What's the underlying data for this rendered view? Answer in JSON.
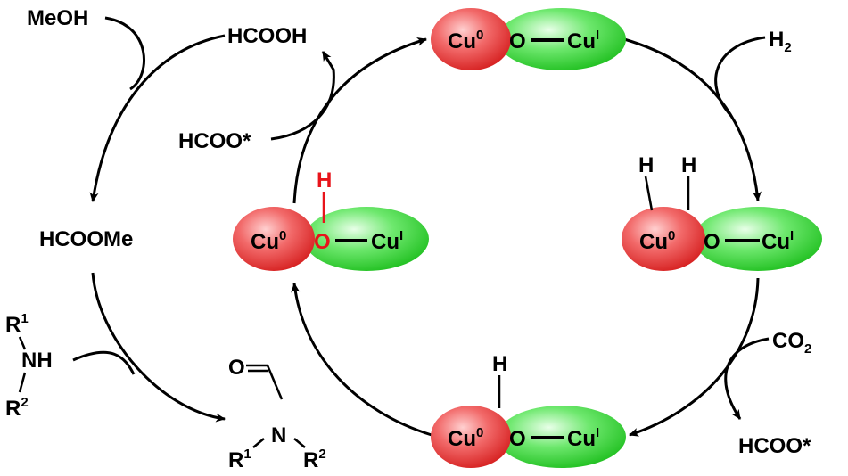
{
  "colors": {
    "cu0_fill": "#ef4c4c",
    "cu1_fill": "#4fe04f",
    "oh_red": "#e8141b",
    "ink": "#000000"
  },
  "complex": {
    "cu0": "Cu",
    "cu0_sup": "0",
    "o": "O",
    "cu1": "Cu",
    "cu1_sup": "I",
    "h": "H"
  },
  "species": {
    "h2": "H",
    "h2_sub": "2",
    "co2": "CO",
    "co2_sub": "2",
    "hcoo_star_right": "HCOO*",
    "hcoo_star_left": "HCOO*",
    "hcooh": "HCOOH",
    "meoh": "MeOH",
    "hcoome": "HCOOMe",
    "amine_nh": "NH",
    "amine_r1": "R",
    "amine_r1_sup": "1",
    "amine_r2": "R",
    "amine_r2_sup": "2",
    "amide_o": "O",
    "amide_n": "N",
    "amide_r1": "R",
    "amide_r1_sup": "1",
    "amide_r2": "R",
    "amide_r2_sup": "2"
  }
}
